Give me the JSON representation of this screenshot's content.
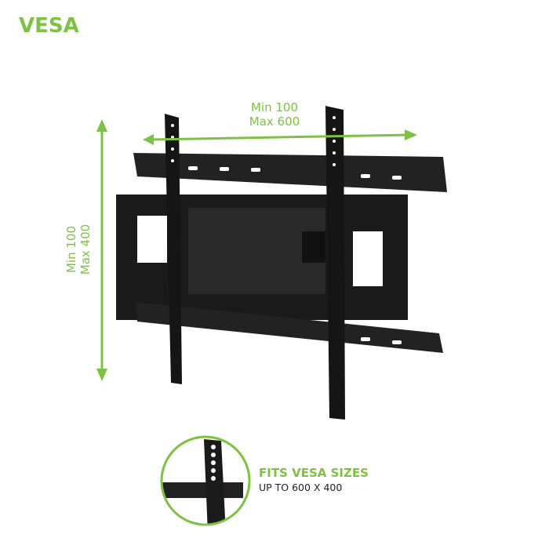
{
  "title": "VESA",
  "horizontal": {
    "min": "Min 100",
    "max": "Max 600"
  },
  "vertical": {
    "min": "Min 100",
    "max": "Max 400"
  },
  "badge": {
    "heading": "FITS VESA SIZES",
    "subheading": "UP TO 600 X 400"
  },
  "colors": {
    "accent": "#7dc242",
    "mount": "#1e1e1e"
  }
}
